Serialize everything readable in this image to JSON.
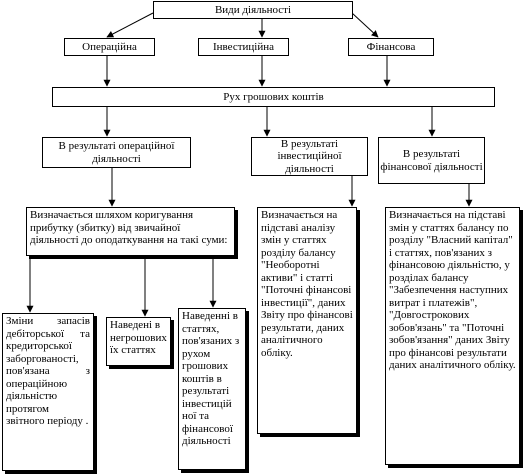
{
  "title": "Види діяльності",
  "activities": {
    "operating": "Операційна",
    "investing": "Інвестиційна",
    "financing": "Фінансова"
  },
  "cash_flow": "Рух грошових коштів",
  "results": {
    "operating": "В результаті операційної діяльності",
    "investing": "В результаті інвестиційної діяльності",
    "financing": "В результаті фінансової діяльності"
  },
  "determined": {
    "operating": "Визначається шляхом коригування прибутку (збитку) від звичайної діяльності до оподаткування на такі суми:",
    "investing": "Визначається на підставі аналізу змін у статтях розділу балансу \"Необоротні активи\" і статті \"Поточні фінансові інвестиції\", даних Звіту про фінансові результати, даних аналітичного обліку.",
    "financing": "Визначається на підставі змін у статтях балансу по розділу \"Власний капітал\" і статтях, пов'язаних з фінансовою діяльністю, у розділах балансу \"Забезпечення наступних витрат і платежів\", \"Довгострокових зобов'язань\" та \"Поточні зобов'язання\" даних Звіту про фінансові результати даних аналітичного обліку."
  },
  "adjustments": {
    "changes": "Зміни запасів дебіторської та кредиторської заборгованості, пов'язана з операційною діяльністю протягом звітного періоду .",
    "non_cash": "Наведені в негрошових їх статтях",
    "items": "Наведенні в статтях, пов'язаних з рухом грошових коштів в результаті інвестицій ної та фінансової діяльності"
  }
}
